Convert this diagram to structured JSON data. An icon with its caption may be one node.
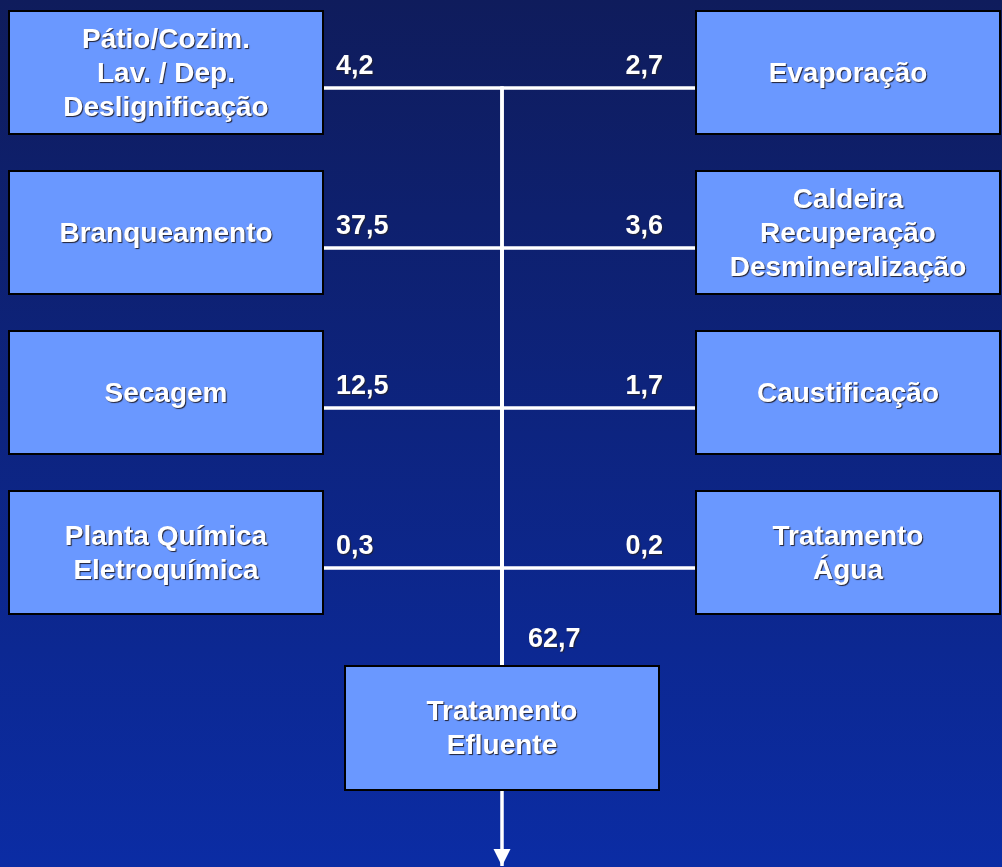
{
  "diagram": {
    "nodes": [
      {
        "text": [
          "Pátio/Cozim.",
          "Lav. / Dep.",
          "Deslignificação"
        ]
      },
      {
        "text": [
          "Evaporação"
        ]
      },
      {
        "text": [
          "Branqueamento"
        ]
      },
      {
        "text": [
          "Caldeira",
          "Recuperação",
          "Desmineralização"
        ]
      },
      {
        "text": [
          "Secagem"
        ]
      },
      {
        "text": [
          "Caustificação"
        ]
      },
      {
        "text": [
          "Planta Química Eletroquímica"
        ]
      },
      {
        "text": [
          "Tratamento Água"
        ]
      },
      {
        "text": [
          "Tratamento Efluente"
        ]
      }
    ],
    "edges": [
      {
        "from": 0,
        "to": 8,
        "arrow": "none",
        "label": "4,2"
      },
      {
        "from": 1,
        "to": 8,
        "arrow": "none",
        "label": "2,7"
      },
      {
        "from": 2,
        "to": 8,
        "arrow": "none",
        "label": "37,5"
      },
      {
        "from": 3,
        "to": 8,
        "arrow": "none",
        "label": "3,6"
      },
      {
        "from": 4,
        "to": 8,
        "arrow": "none",
        "label": "12,5"
      },
      {
        "from": 5,
        "to": 8,
        "arrow": "none",
        "label": "1,7"
      },
      {
        "from": 6,
        "to": 8,
        "arrow": "none",
        "label": "0,3"
      },
      {
        "from": 7,
        "to": 8,
        "arrow": "none",
        "label": "0,2"
      },
      {
        "from": 8,
        "to": null,
        "arrow": "to"
      }
    ],
    "labels": [
      "62,7"
    ]
  }
}
